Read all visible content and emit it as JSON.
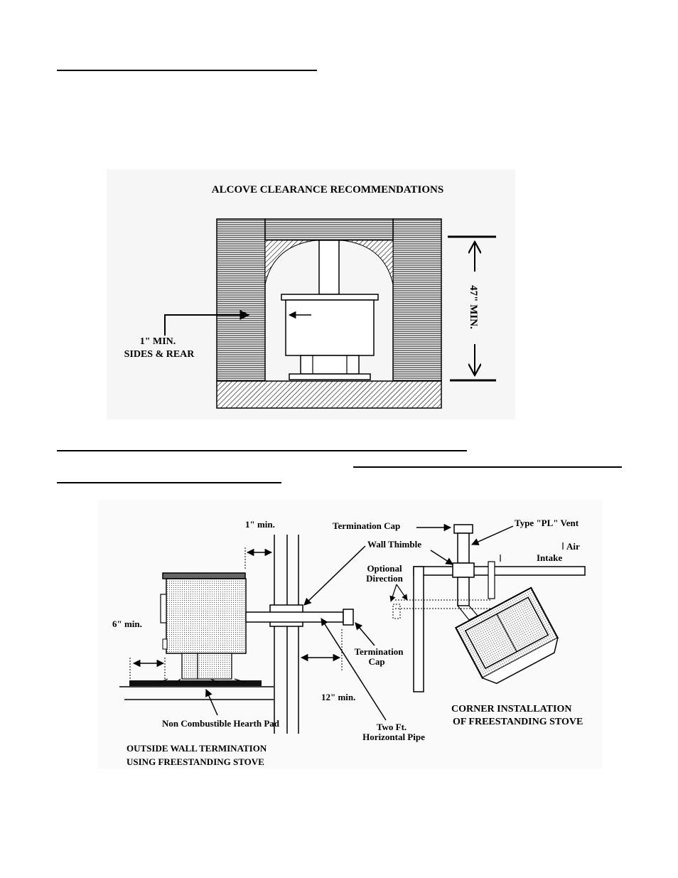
{
  "alcove": {
    "title": "ALCOVE CLEARANCE RECOMMENDATIONS",
    "side_label_line1": "1\" MIN.",
    "side_label_line2": "SIDES & REAR",
    "height_label": "47\" MIN."
  },
  "vent": {
    "clearance_1in": "1\" min.",
    "clearance_6in": "6\" min.",
    "clearance_12in": "12\" min.",
    "hearth_pad": "Non Combustible Hearth Pad",
    "two_ft_line1": "Two Ft.",
    "two_ft_line2": "Horizontal Pipe",
    "term_cap_left_line1": "Termination",
    "term_cap_left_line2": "Cap",
    "outside_title_line1": "OUTSIDE WALL TERMINATION",
    "outside_title_line2": "USING FREESTANDING STOVE",
    "termination_cap": "Termination Cap",
    "type_pl_vent": "Type \"PL\" Vent",
    "wall_thimble": "Wall Thimble",
    "air": "Air",
    "intake": "Intake",
    "optional_line1": "Optional",
    "optional_line2": "Direction",
    "corner_title_line1": "CORNER INSTALLATION",
    "corner_title_line2": "OF FREESTANDING STOVE"
  }
}
